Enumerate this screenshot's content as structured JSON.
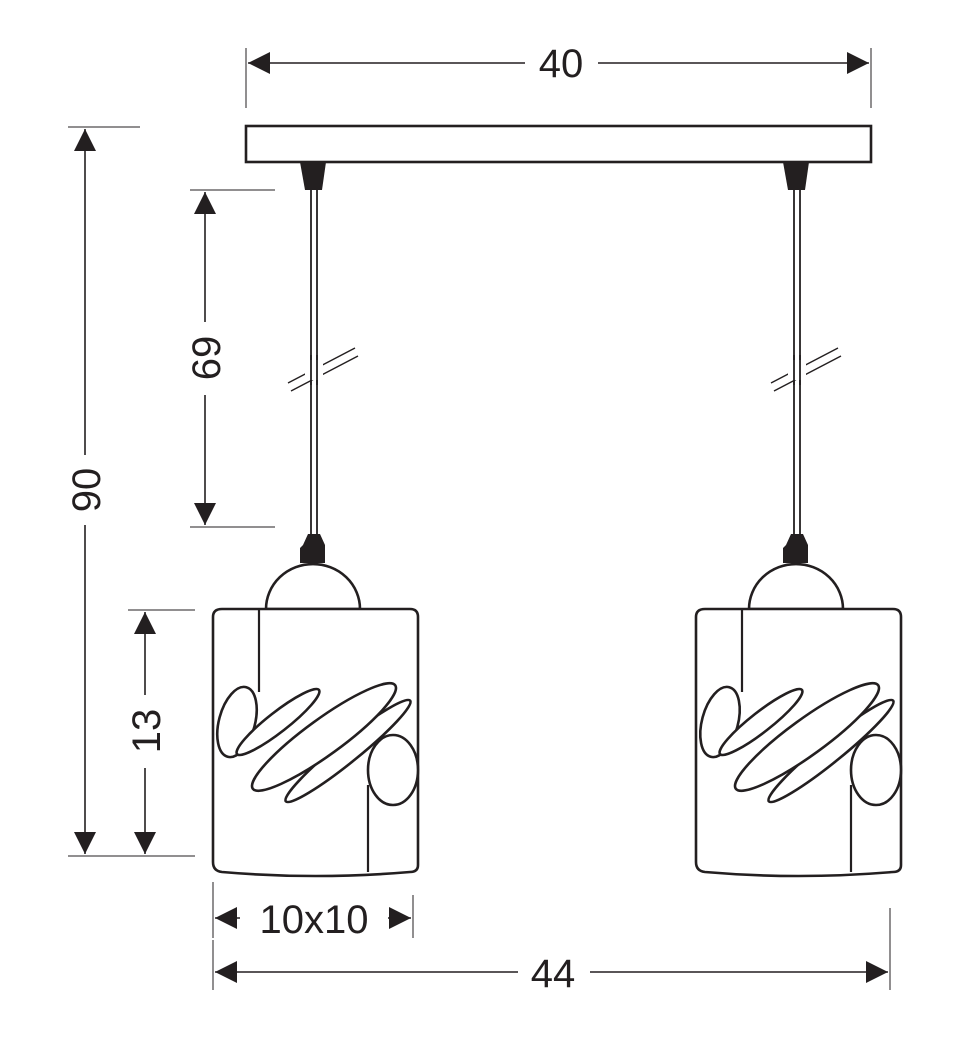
{
  "dimensions": {
    "canopy_width": "40",
    "total_height": "90",
    "cable_length": "69",
    "shade_height": "13",
    "shade_size": "10x10",
    "total_width": "44"
  },
  "colors": {
    "line": "#231f20",
    "background": "#ffffff"
  }
}
